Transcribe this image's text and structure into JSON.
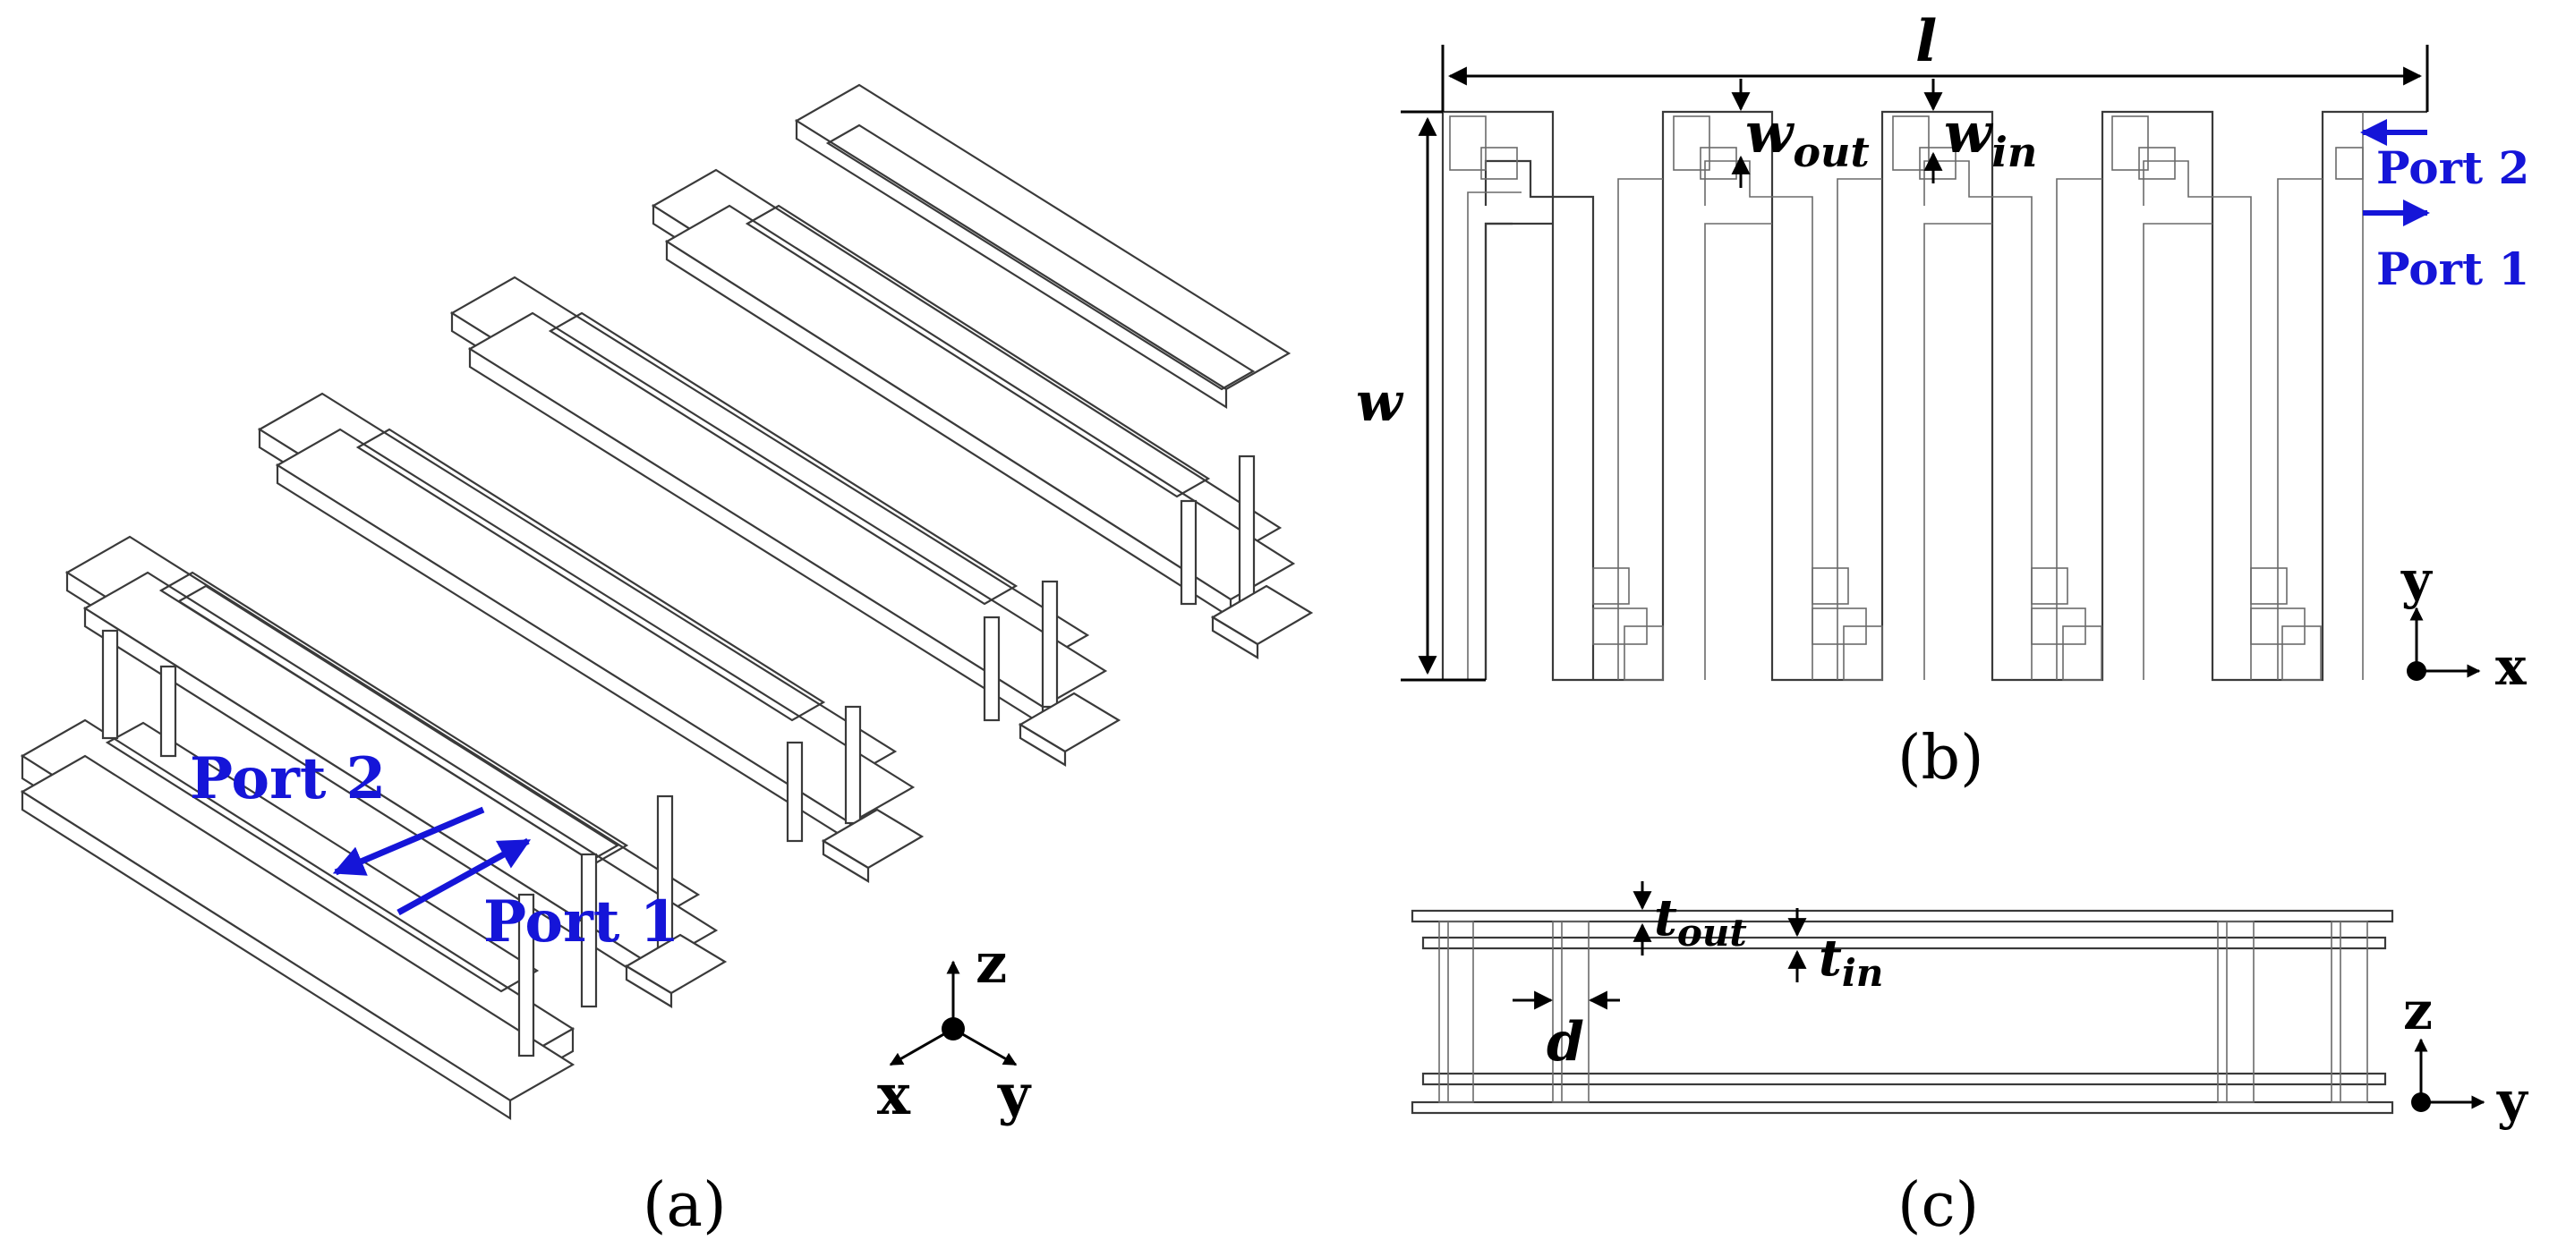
{
  "panels": {
    "a": {
      "caption": "(a)",
      "port1": "Port 1",
      "port2": "Port 2",
      "axes": {
        "z": "z",
        "x": "x",
        "y": "y"
      }
    },
    "b": {
      "caption": "(b)",
      "dim_l": "l",
      "dim_w": "w",
      "dim_wout": "w",
      "dim_wout_sub": "out",
      "dim_win": "w",
      "dim_win_sub": "in",
      "port1": "Port 1",
      "port2": "Port 2",
      "axes": {
        "y": "y",
        "x": "x"
      }
    },
    "c": {
      "caption": "(c)",
      "dim_tout": "t",
      "dim_tout_sub": "out",
      "dim_tin": "t",
      "dim_tin_sub": "in",
      "dim_d": "d",
      "axes": {
        "z": "z",
        "y": "y"
      }
    }
  },
  "colors": {
    "port": "#1515d8",
    "line": "#3a3a3a"
  }
}
